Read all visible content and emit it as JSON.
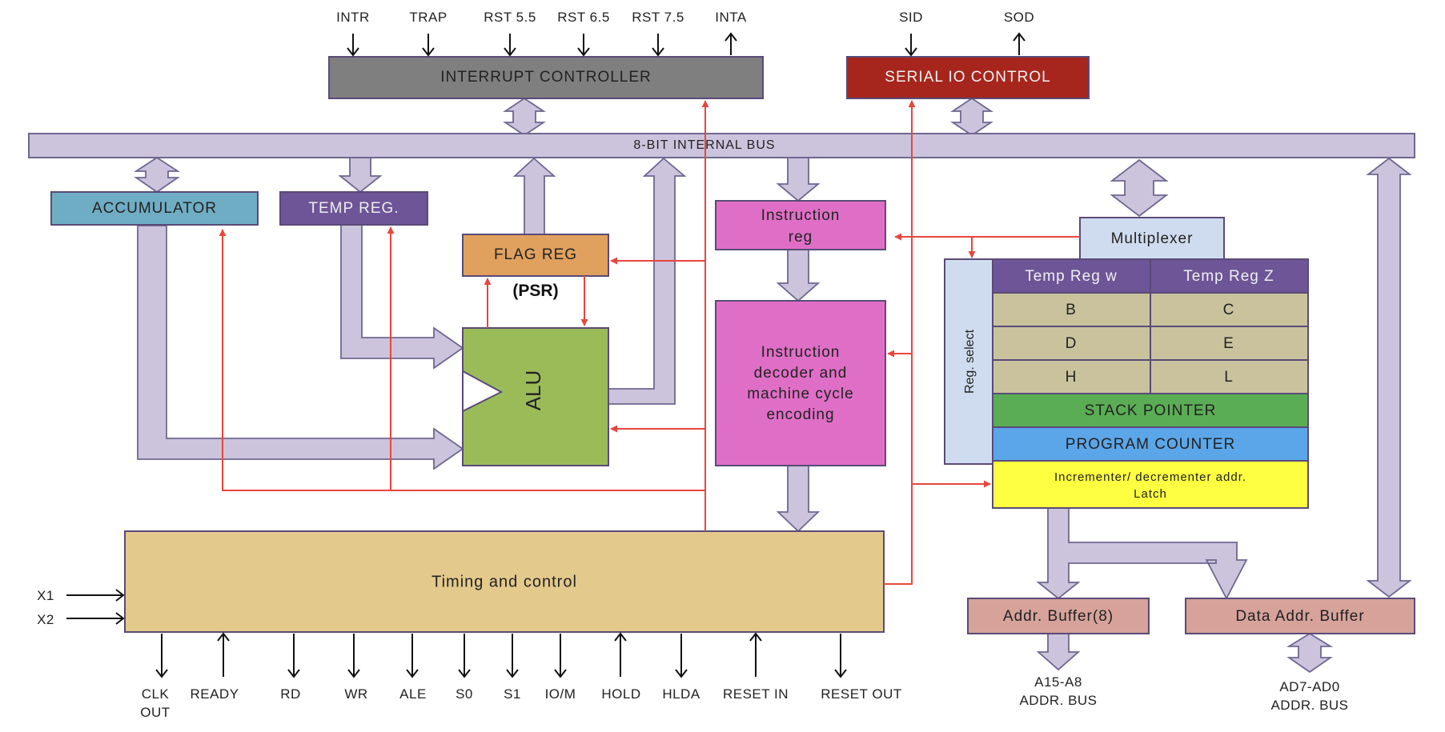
{
  "blocks": {
    "interrupt_controller": "INTERRUPT CONTROLLER",
    "serial_io_control": "SERIAL IO CONTROL",
    "internal_bus": "8-BIT INTERNAL BUS",
    "accumulator": "ACCUMULATOR",
    "temp_reg": "TEMP REG.",
    "flag_reg": "FLAG REG",
    "psr": "(PSR)",
    "alu": "ALU",
    "instruction_reg_line1": "Instruction",
    "instruction_reg_line2": "reg",
    "decoder_line1": "Instruction",
    "decoder_line2": "decoder and",
    "decoder_line3": "machine cycle",
    "decoder_line4": "encoding",
    "multiplexer": "Multiplexer",
    "reg_select": "Reg. select",
    "temp_reg_w": "Temp Reg w",
    "temp_reg_z": "Temp Reg Z",
    "reg_b": "B",
    "reg_c": "C",
    "reg_d": "D",
    "reg_e": "E",
    "reg_h": "H",
    "reg_l": "L",
    "stack_pointer": "STACK POINTER",
    "program_counter": "PROGRAM COUNTER",
    "incrementer_line1": "Incrementer/ decrementer addr.",
    "incrementer_line2": "Latch",
    "timing_control": "Timing and control",
    "addr_buffer": "Addr. Buffer(8)",
    "data_addr_buffer": "Data Addr. Buffer"
  },
  "signals": {
    "intr": "INTR",
    "trap": "TRAP",
    "rst55": "RST 5.5",
    "rst65": "RST 6.5",
    "rst75": "RST 7.5",
    "inta": "INTA",
    "sid": "SID",
    "sod": "SOD",
    "x1": "X1",
    "x2": "X2",
    "clk_line1": "CLK",
    "clk_line2": "OUT",
    "ready": "READY",
    "rd": "RD",
    "wr": "WR",
    "ale": "ALE",
    "s0": "S0",
    "s1": "S1",
    "io_m": "IO/M",
    "hold": "HOLD",
    "hlda": "HLDA",
    "reset_in": "RESET IN",
    "reset_out": "RESET OUT",
    "addr_bus_hi_line1": "A15-A8",
    "addr_bus_hi_line2": "ADDR. BUS",
    "addr_bus_lo_line1": "AD7-AD0",
    "addr_bus_lo_line2": "ADDR. BUS"
  },
  "colors": {
    "interrupt_controller": "#7f7f7f",
    "serial_io_control": "#a6261d",
    "bus": "#ccc4dc",
    "accumulator": "#6fadc4",
    "temp_reg": "#6e5597",
    "flag_reg": "#e0a15e",
    "alu": "#9bbb59",
    "instruction": "#df6fc6",
    "multiplexer": "#cfdcef",
    "register_header": "#6e5597",
    "registers": "#c9c29d",
    "stack_pointer": "#5aad54",
    "program_counter": "#5ba6e8",
    "incrementer": "#ffff42",
    "timing_control": "#e3c98c",
    "buffers": "#d6a29a",
    "control_lines": "#e8463c"
  }
}
